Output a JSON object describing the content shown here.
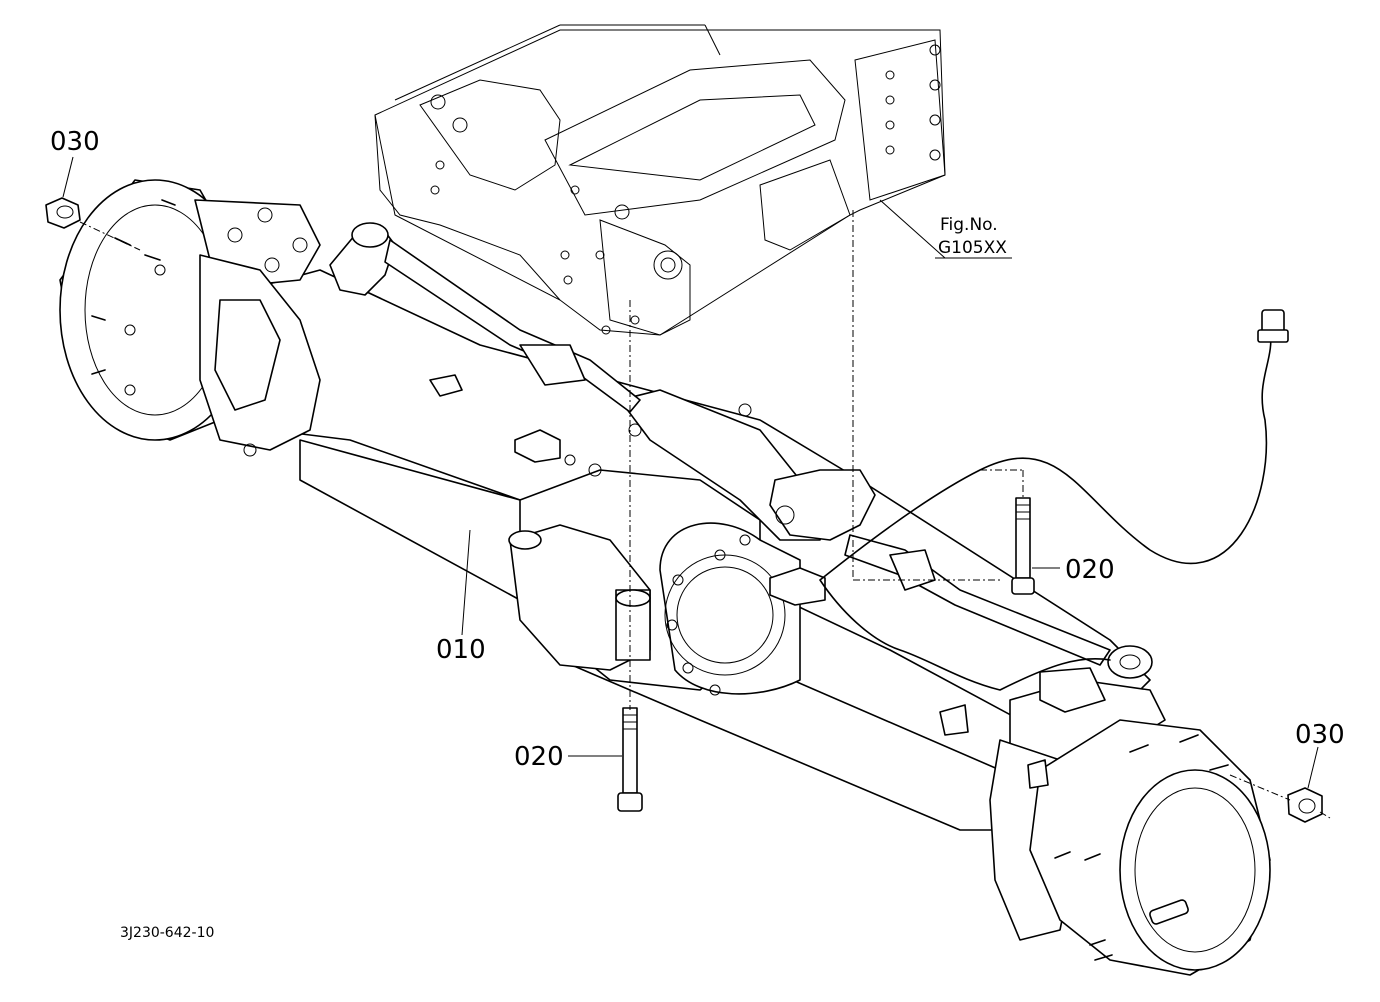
{
  "callouts": {
    "hub_nut_left": "030",
    "hub_nut_right": "030",
    "axle_housing": "010",
    "pivot_bolt_right": "020",
    "pivot_bolt_lower": "020"
  },
  "figure_reference": {
    "line1": "Fig.No.",
    "line2": "G105XX"
  },
  "drawing_code": "3J230-642-10"
}
